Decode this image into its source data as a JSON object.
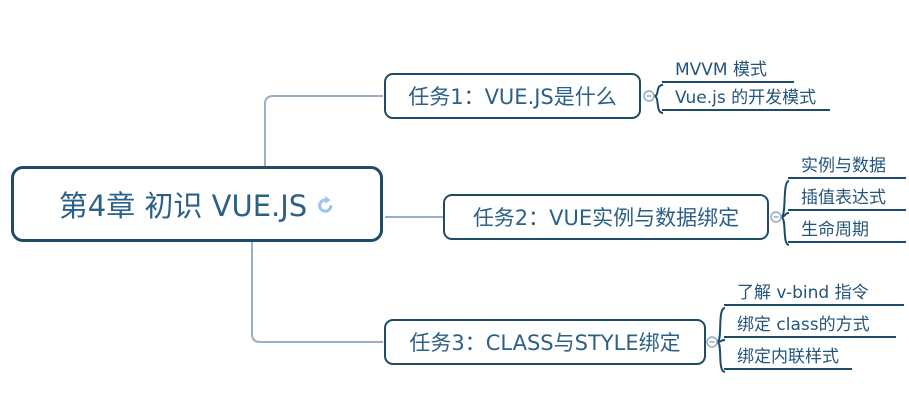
{
  "root": {
    "label": "第4章 初识 VUE.JS",
    "marker": "curved-arrow-icon"
  },
  "branches": [
    {
      "label": "任务1：VUE.JS是什么",
      "children": [
        "MVVM 模式",
        "Vue.js 的开发模式"
      ]
    },
    {
      "label": "任务2：VUE实例与数据绑定",
      "children": [
        "实例与数据",
        "插值表达式",
        "生命周期"
      ]
    },
    {
      "label": "任务3：CLASS与STYLE绑定",
      "children": [
        "了解 v-bind 指令",
        "绑定 class的方式",
        "绑定内联样式"
      ]
    }
  ],
  "colors": {
    "background": "#ffffff",
    "topic_border": "#1d4b68",
    "topic_text": "#2b6187",
    "child_text": "#24557a",
    "child_line": "#1d4b68",
    "root_connector": "#9ab0c7",
    "collapse_button": "#8fa6bd",
    "marker_icon": "#9dc6ec"
  }
}
